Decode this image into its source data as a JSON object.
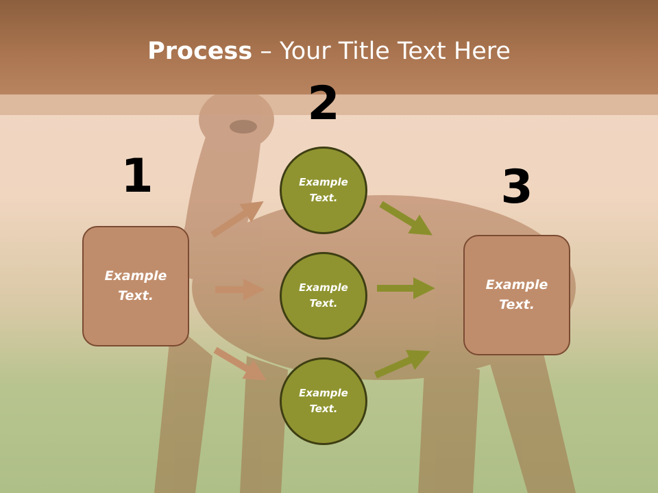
{
  "title": {
    "bold": "Process",
    "dash": " – ",
    "rest": "Your Title Text Here"
  },
  "steps": [
    {
      "number": "1",
      "text": "Example Text."
    },
    {
      "number": "2",
      "texts": [
        "Example Text.",
        "Example Text.",
        "Example Text."
      ]
    },
    {
      "number": "3",
      "text": "Example Text."
    }
  ],
  "colors": {
    "header": "#a9744f",
    "box_fill": "#c08d6c",
    "circle_fill": "#8f9430",
    "arrow_left": "#c4906c",
    "arrow_right": "#8a8f2c"
  }
}
